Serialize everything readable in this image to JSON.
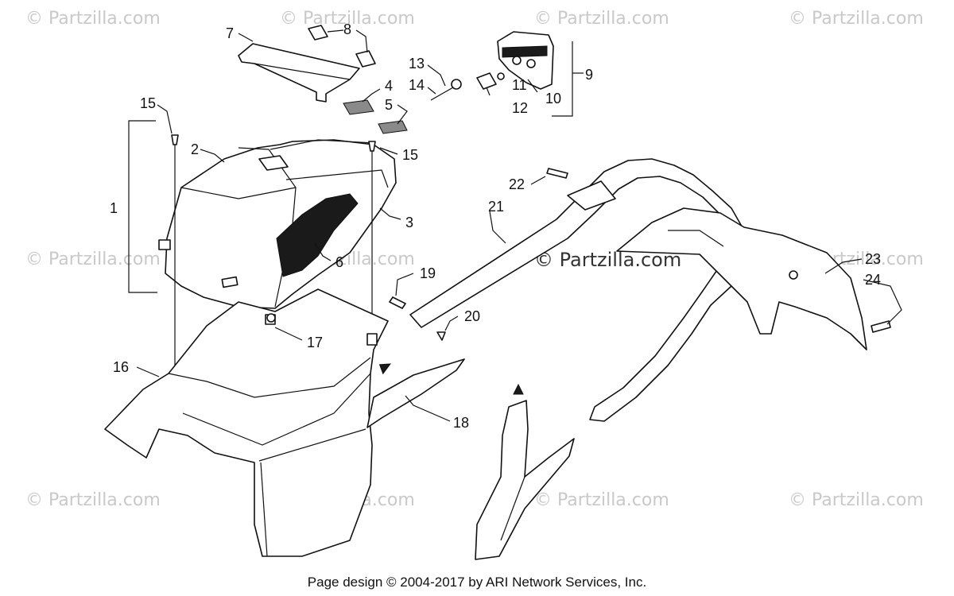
{
  "watermark": "© Partzilla.com",
  "center_watermark": "© Partzilla.com",
  "footer": "Page design © 2004-2017 by ARI Network Services, Inc.",
  "callouts": [
    "1",
    "2",
    "3",
    "4",
    "5",
    "6",
    "7",
    "8",
    "9",
    "10",
    "11",
    "12",
    "13",
    "14",
    "15",
    "15",
    "16",
    "17",
    "18",
    "19",
    "20",
    "21",
    "22",
    "23",
    "24"
  ]
}
